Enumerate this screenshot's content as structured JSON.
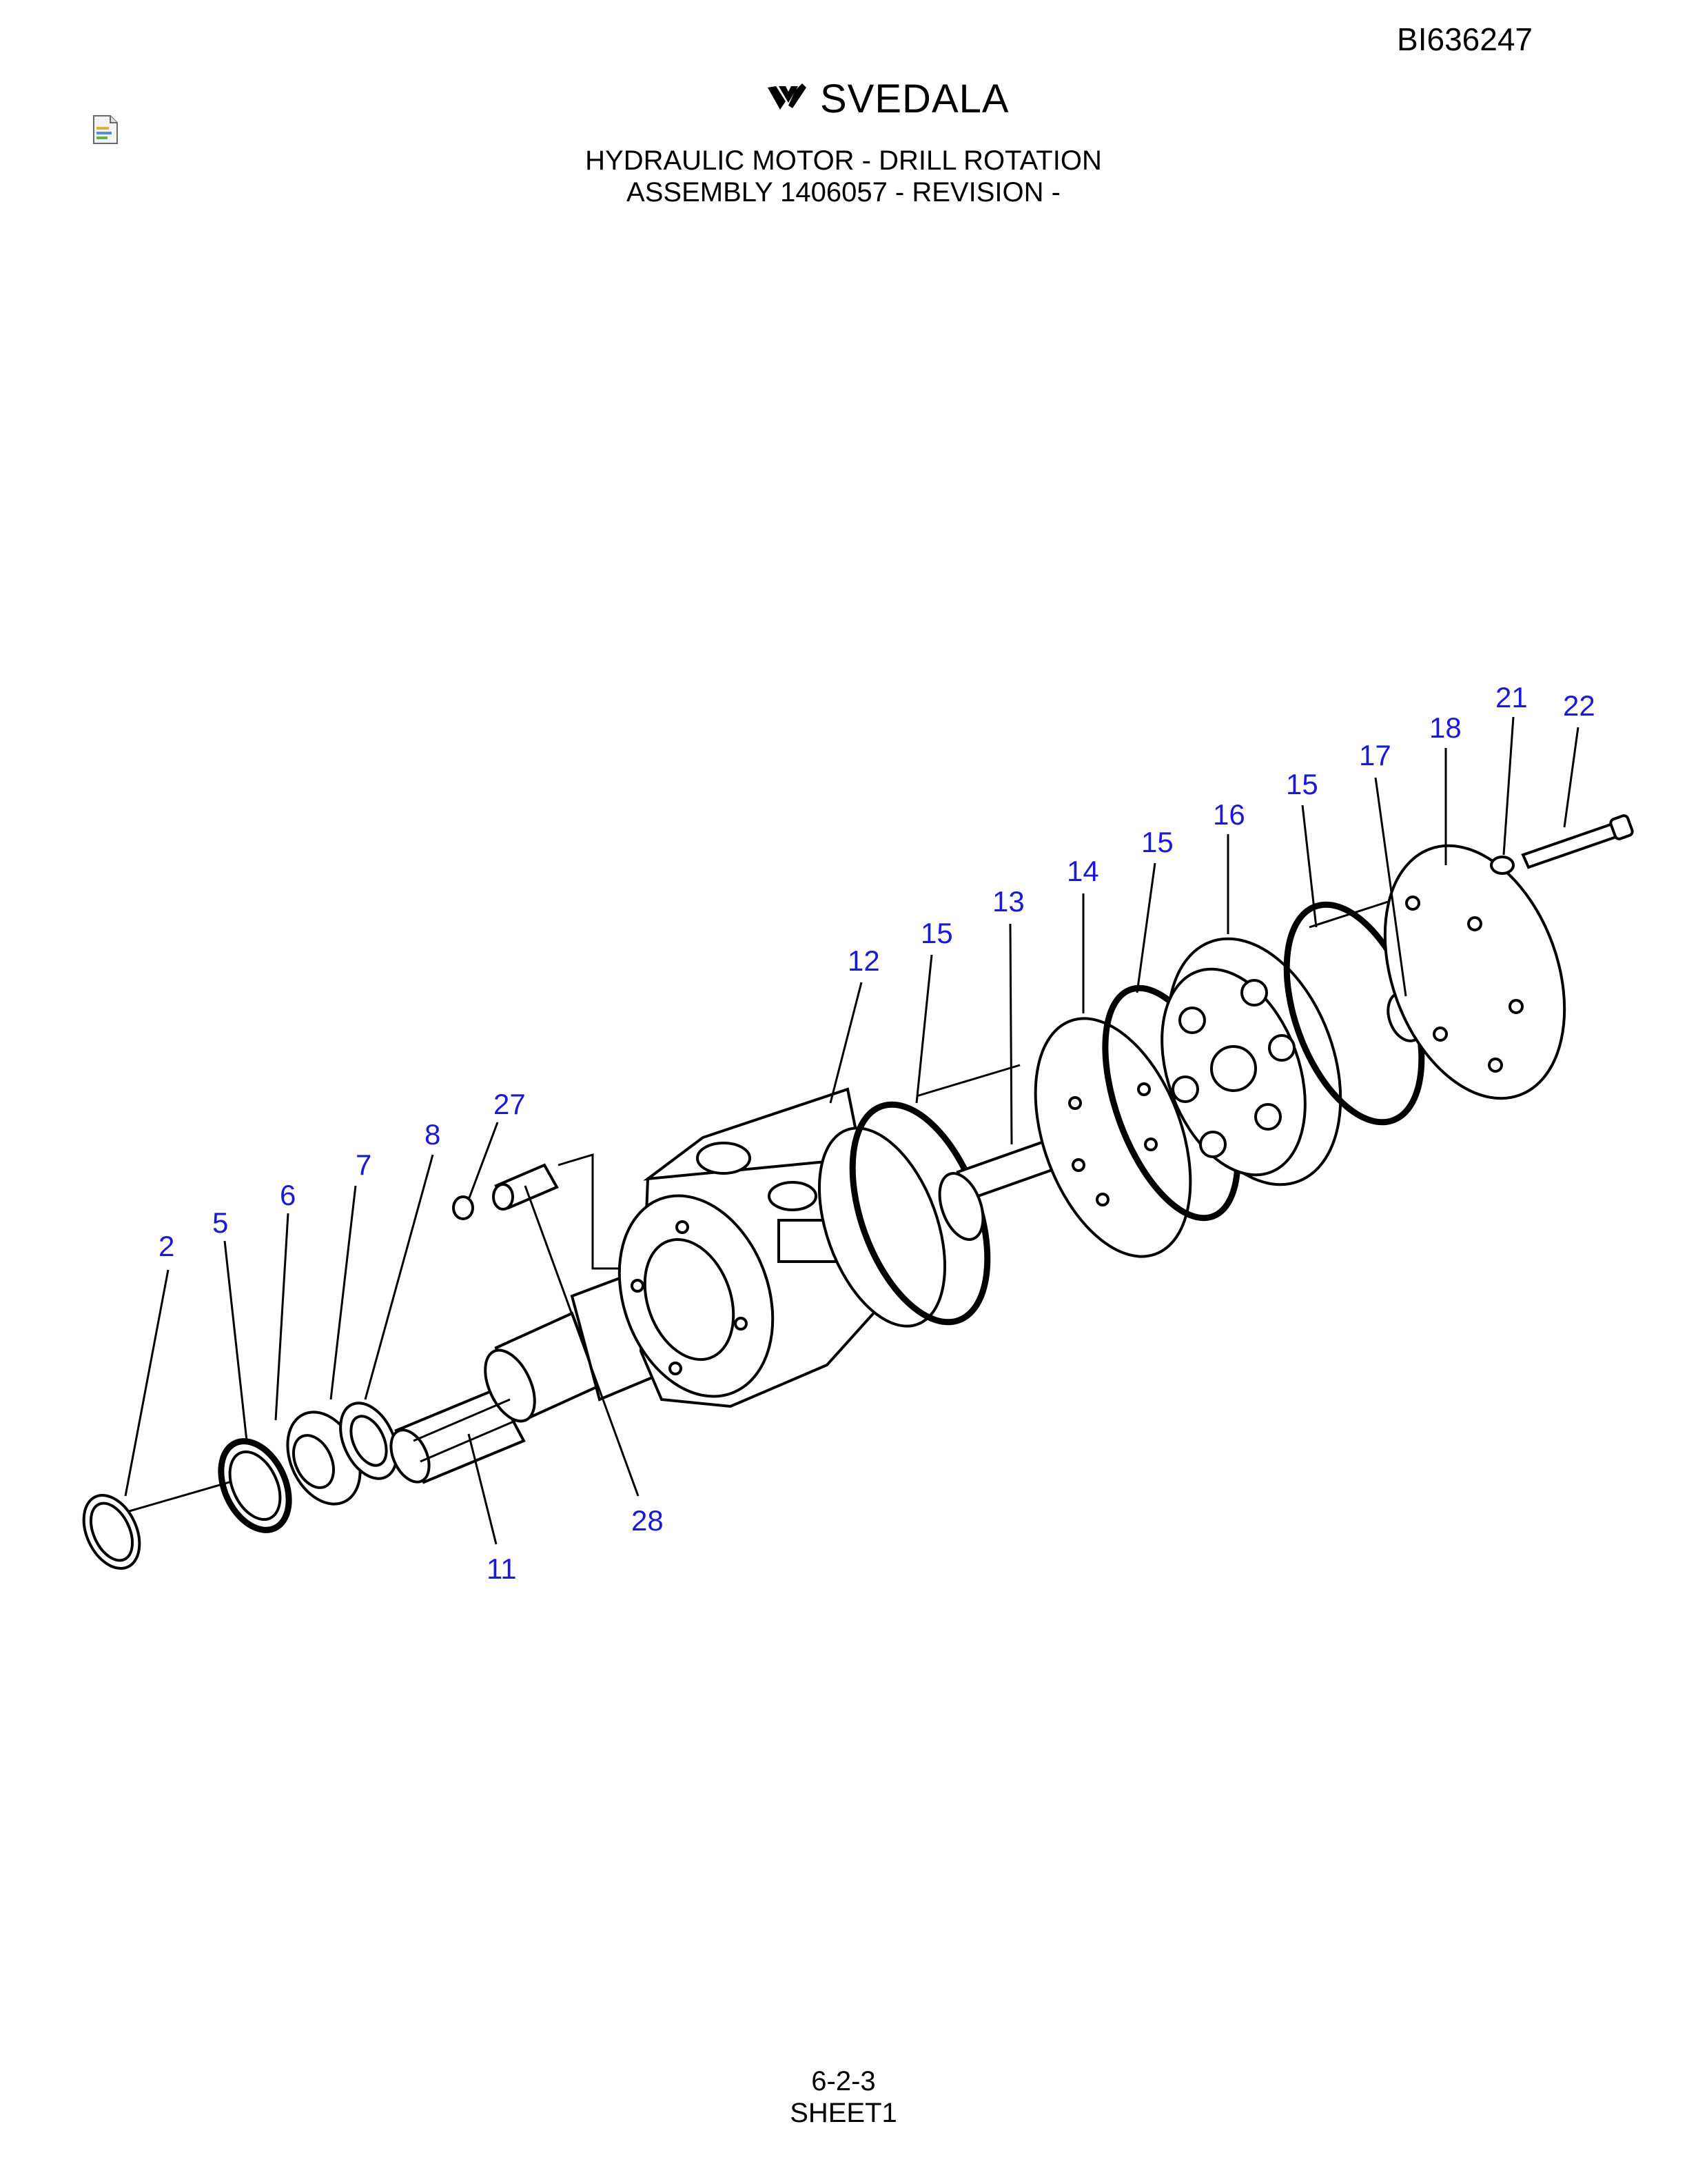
{
  "header": {
    "doc_id": "BI636247",
    "brand": "SVEDALA",
    "title_line1": "HYDRAULIC MOTOR - DRILL ROTATION",
    "title_line2": "ASSEMBLY 1406057 - REVISION -"
  },
  "footer": {
    "page": "6-2-3",
    "sheet": "SHEET1"
  },
  "callouts": [
    {
      "id": "c2",
      "label": "2"
    },
    {
      "id": "c5",
      "label": "5"
    },
    {
      "id": "c6",
      "label": "6"
    },
    {
      "id": "c7",
      "label": "7"
    },
    {
      "id": "c8",
      "label": "8"
    },
    {
      "id": "c27",
      "label": "27"
    },
    {
      "id": "c11",
      "label": "11"
    },
    {
      "id": "c28",
      "label": "28"
    },
    {
      "id": "c12",
      "label": "12"
    },
    {
      "id": "c15a",
      "label": "15"
    },
    {
      "id": "c13",
      "label": "13"
    },
    {
      "id": "c14",
      "label": "14"
    },
    {
      "id": "c15b",
      "label": "15"
    },
    {
      "id": "c16",
      "label": "16"
    },
    {
      "id": "c15c",
      "label": "15"
    },
    {
      "id": "c17",
      "label": "17"
    },
    {
      "id": "c18",
      "label": "18"
    },
    {
      "id": "c21",
      "label": "21"
    },
    {
      "id": "c22",
      "label": "22"
    }
  ],
  "colors": {
    "callout": "#1a1ad6",
    "line": "#000000"
  },
  "icons": [
    "svedala-logo-icon",
    "file-icon"
  ]
}
